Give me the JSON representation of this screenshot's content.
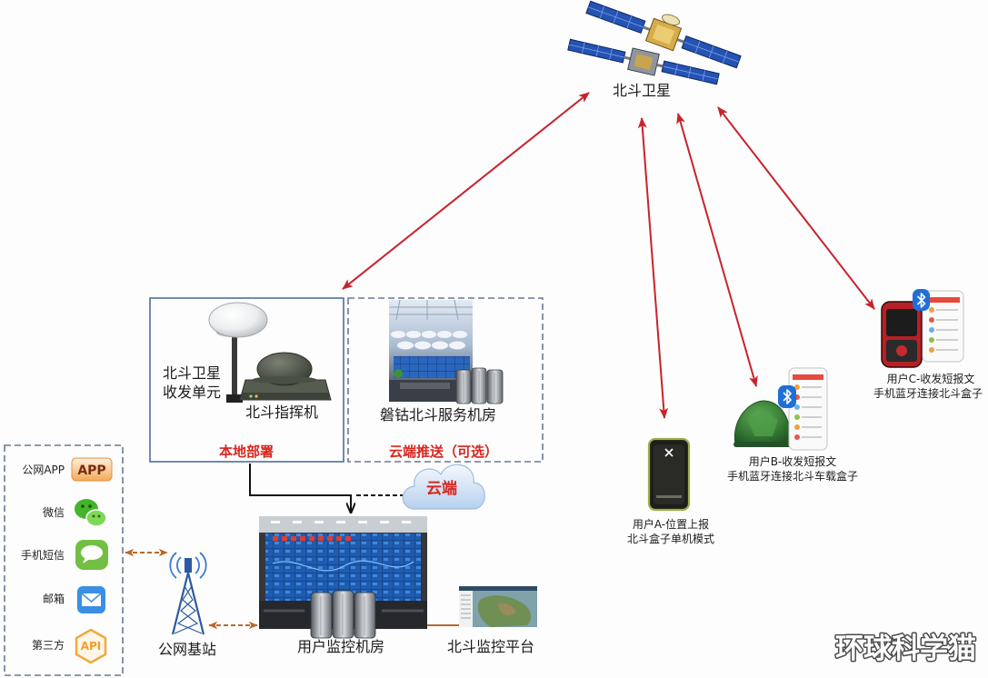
{
  "satellite": {
    "label": "北斗卫星",
    "icon": "satellite-icon"
  },
  "local_deployment": {
    "title": "本地部署",
    "transceiver_label_line1": "北斗卫星",
    "transceiver_label_line2": "收发单元",
    "commander_label": "北斗指挥机"
  },
  "cloud_push": {
    "title": "云端推送（可选）",
    "server_room_label": "磐钴北斗服务机房"
  },
  "cloud": {
    "label": "云端",
    "icon": "cloud-icon"
  },
  "channels": [
    {
      "label": "公网APP",
      "icon": "app-icon",
      "badge": "APP"
    },
    {
      "label": "微信",
      "icon": "wechat-icon"
    },
    {
      "label": "手机短信",
      "icon": "sms-icon"
    },
    {
      "label": "邮箱",
      "icon": "mail-icon"
    },
    {
      "label": "第三方",
      "icon": "api-icon",
      "badge": "API"
    }
  ],
  "base_station": {
    "label": "公网基站",
    "icon": "tower-icon"
  },
  "monitor_room": {
    "label": "用户监控机房"
  },
  "monitor_platform": {
    "label": "北斗监控平台"
  },
  "users": [
    {
      "line1": "用户A-位置上报",
      "line2": "北斗盒子单机模式",
      "icon": "beidou-box-icon"
    },
    {
      "line1": "用户B-收发短报文",
      "line2": "手机蓝牙连接北斗车载盒子",
      "icon": "bluetooth-icon"
    },
    {
      "line1": "用户C-收发短报文",
      "line2": "手机蓝牙连接北斗盒子",
      "icon": "bluetooth-icon"
    }
  ],
  "watermark": "环球科学猫",
  "colors": {
    "arrow_red": "#c8232c",
    "title_red": "#d7261e",
    "connector_orange": "#b9692c",
    "box_border": "#4f6f9a",
    "dashed_border": "#6a7a90",
    "bluetooth_blue": "#1f6fd6"
  }
}
